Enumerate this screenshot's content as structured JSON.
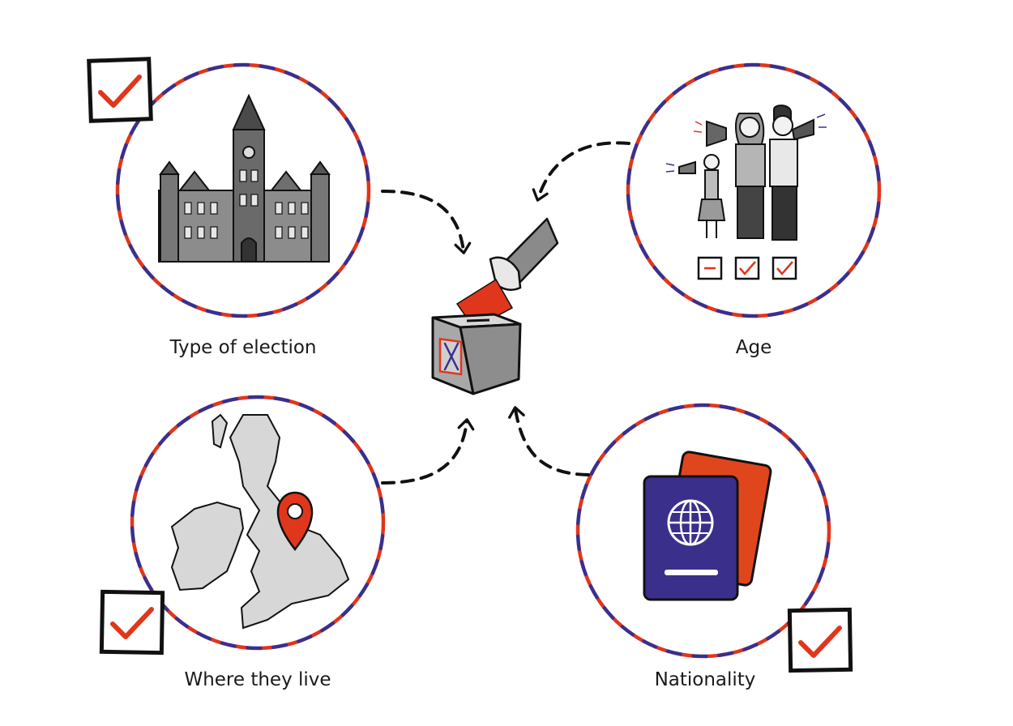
{
  "labels": {
    "election": "Type of election",
    "age": "Age",
    "live": "Where they live",
    "nationality": "Nationality"
  },
  "colors": {
    "red": "#e0361c",
    "blue": "#3b2f8c",
    "ink": "#111111",
    "grey": "#8a8a8a",
    "light_grey": "#cfcfcf"
  },
  "icons": {
    "center": "ballot-box-icon",
    "election": "town-hall-icon",
    "age": "protesters-icon",
    "live": "uk-map-pin-icon",
    "nationality": "passport-icon"
  }
}
